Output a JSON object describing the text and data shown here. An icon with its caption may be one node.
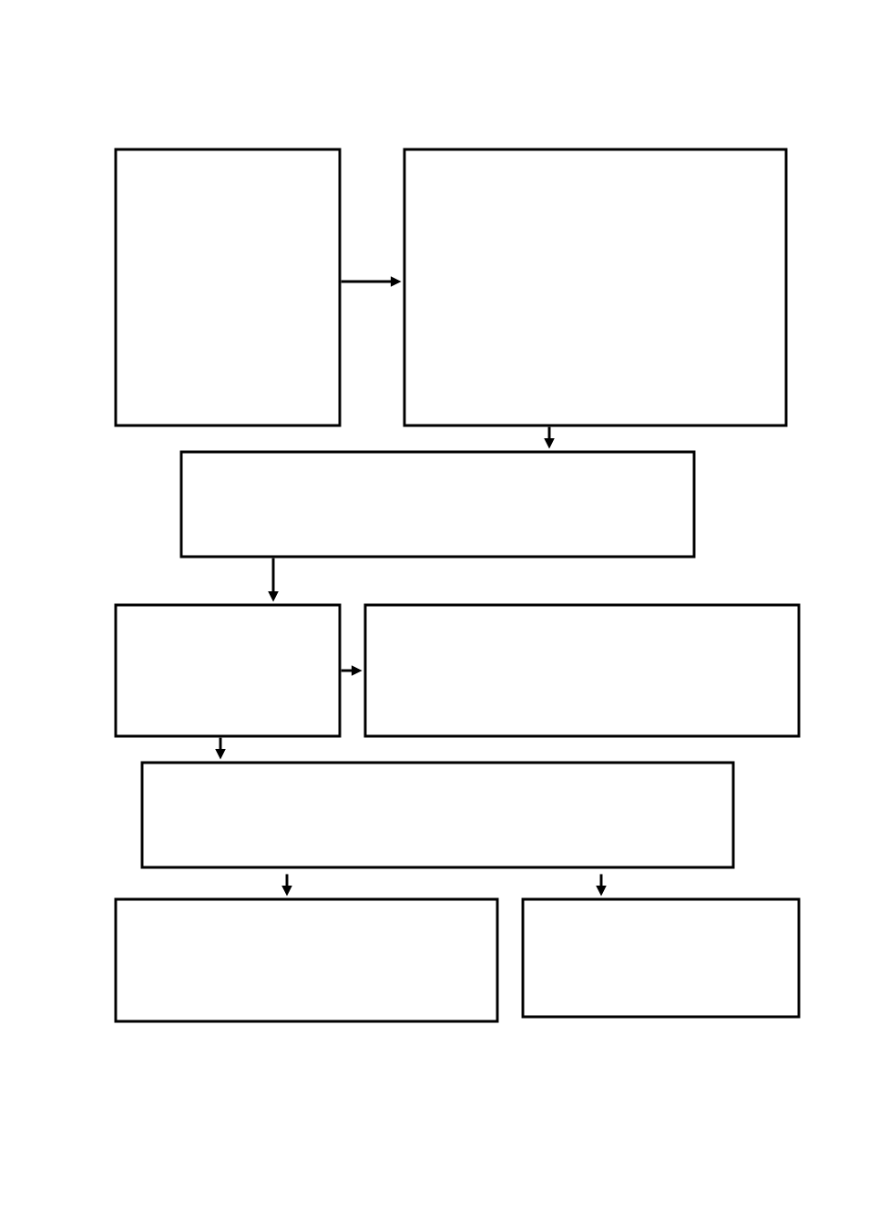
{
  "diagram": {
    "nodes": [
      {
        "text": [],
        "shape": "box"
      },
      {
        "text": [],
        "shape": "box"
      },
      {
        "text": [],
        "shape": "box"
      },
      {
        "text": [],
        "shape": "box"
      },
      {
        "text": [],
        "shape": "box"
      },
      {
        "text": [],
        "shape": "box"
      },
      {
        "text": [],
        "shape": "box"
      },
      {
        "text": [],
        "shape": "box"
      }
    ],
    "edges": [
      {
        "from": 0,
        "to": 1,
        "arrow": "to"
      },
      {
        "from": 1,
        "to": 2,
        "arrow": "to"
      },
      {
        "from": 2,
        "to": 3,
        "arrow": "to"
      },
      {
        "from": 3,
        "to": 4,
        "arrow": "to"
      },
      {
        "from": 3,
        "to": 5,
        "arrow": "to"
      },
      {
        "from": 5,
        "to": 6,
        "arrow": "to"
      },
      {
        "from": 5,
        "to": 7,
        "arrow": "to"
      }
    ]
  }
}
